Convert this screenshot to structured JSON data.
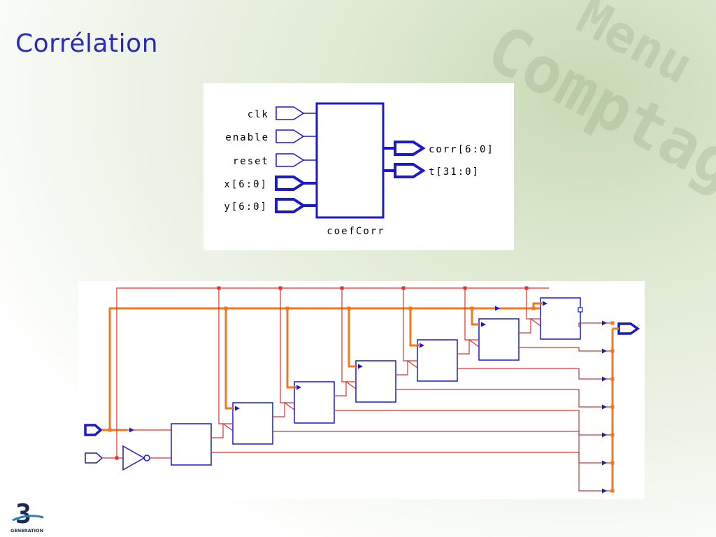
{
  "slide": {
    "title": "Corrélation"
  },
  "watermark": {
    "lines": [
      "Menu",
      "Comptage"
    ]
  },
  "symbol": {
    "block_name": "coefCorr",
    "inputs": [
      {
        "label": "clk",
        "bus": false
      },
      {
        "label": "enable",
        "bus": false
      },
      {
        "label": "reset",
        "bus": false
      },
      {
        "label": "x[6:0]",
        "bus": true
      },
      {
        "label": "y[6:0]",
        "bus": true
      }
    ],
    "outputs": [
      {
        "label": "corr[6:0]",
        "bus": true
      },
      {
        "label": "t[31:0]",
        "bus": true
      }
    ]
  },
  "schematic": {
    "stages": 7,
    "colors": {
      "wire": "#e03030",
      "bus": "#f07820",
      "block": "#1a1acc",
      "arrow": "#1a1acc"
    }
  },
  "logo": {
    "text": "GENERATION",
    "mark": "3"
  }
}
